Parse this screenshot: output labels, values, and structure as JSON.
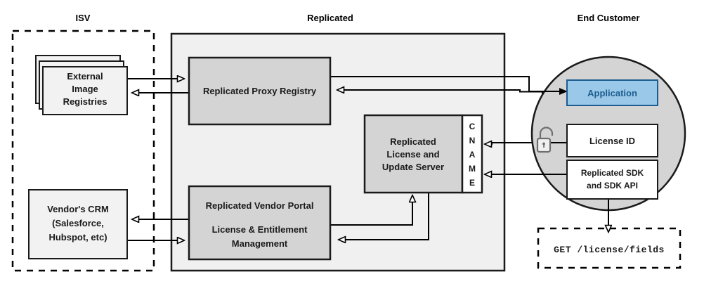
{
  "diagram": {
    "title": "Replicated vendor / customer architecture",
    "colors": {
      "panel_fill": "#f0f0f0",
      "component_fill": "#d4d4d4",
      "plain_fill": "#f2f2f2",
      "white_fill": "#ffffff",
      "circle_fill": "#d4d4d4",
      "application_fill": "#9ac8e8",
      "application_stroke": "#1c5d8f",
      "application_text": "#1c5d8f",
      "stroke": "#000000",
      "lock_stroke": "#6e6e6e"
    },
    "groups": [
      {
        "id": "isv",
        "label": "ISV",
        "style": "dashed"
      },
      {
        "id": "replicated",
        "label": "Replicated",
        "style": "solid-filled"
      },
      {
        "id": "end_customer",
        "label": "End Customer",
        "style": "circle"
      }
    ],
    "nodes": {
      "external_image_registries": {
        "label_lines": [
          "External",
          "Image",
          "Registries"
        ],
        "shape": "stacked-rect",
        "stack_count": 3,
        "group": "isv"
      },
      "vendors_crm": {
        "label_lines": [
          "Vendor's CRM",
          "(Salesforce,",
          "Hubspot, etc)"
        ],
        "shape": "rect",
        "group": "isv"
      },
      "replicated_proxy_registry": {
        "label_lines": [
          "Replicated Proxy Registry"
        ],
        "shape": "rect",
        "group": "replicated"
      },
      "replicated_license_and_update_server": {
        "label_lines": [
          "Replicated",
          "License and",
          "Update Server"
        ],
        "shape": "rect",
        "group": "replicated"
      },
      "cname_strip": {
        "label_letters": [
          "C",
          "N",
          "A",
          "M",
          "E"
        ],
        "shape": "vertical-strip",
        "group": "replicated"
      },
      "replicated_vendor_portal": {
        "label_lines": [
          "Replicated Vendor Portal",
          "",
          "License & Entitlement",
          "Management"
        ],
        "shape": "rect",
        "group": "replicated"
      },
      "application": {
        "label_lines": [
          "Application"
        ],
        "shape": "rect",
        "group": "end_customer",
        "highlight": true
      },
      "license_id": {
        "label_lines": [
          "License ID"
        ],
        "shape": "rect",
        "group": "end_customer"
      },
      "replicated_sdk": {
        "label_lines": [
          "Replicated SDK",
          "and SDK API"
        ],
        "shape": "rect",
        "group": "end_customer"
      },
      "api_request": {
        "label_lines": [
          "GET /license/fields"
        ],
        "shape": "dashed-rect",
        "monospace": true
      },
      "lock": {
        "icon": "unlocked-padlock-icon"
      }
    }
  }
}
